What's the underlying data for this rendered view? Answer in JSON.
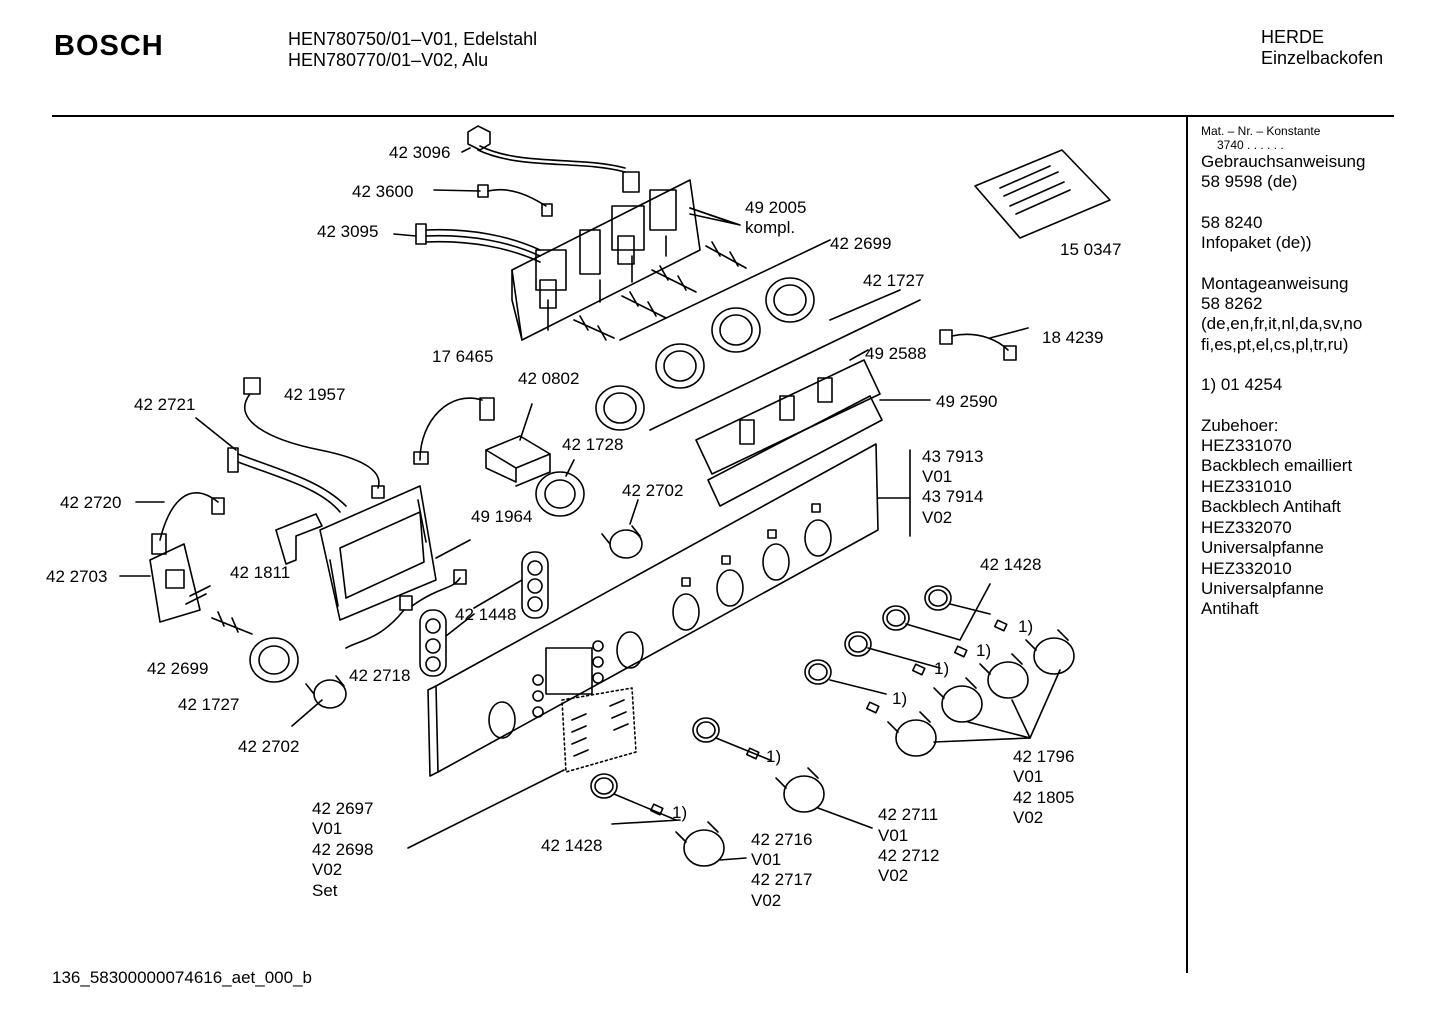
{
  "header": {
    "brand": "BOSCH",
    "models": [
      "HEN780750/01–V01, Edelstahl",
      "HEN780770/01–V02,  Alu"
    ],
    "category": [
      "HERDE",
      "Einzelbackofen"
    ]
  },
  "sidebar": {
    "mat_nr_label": "Mat. – Nr. – Konstante",
    "mat_nr_value": "3740  .  .  .  .  .  .",
    "lines": [
      "Gebrauchsanweisung",
      "58 9598 (de)",
      "",
      "58 8240",
      "Infopaket (de))",
      "",
      "Montageanweisung",
      "58 8262",
      "(de,en,fr,it,nl,da,sv,no",
      "fi,es,pt,el,cs,pl,tr,ru)",
      "",
      "1) 01 4254",
      "",
      "Zubehoer:",
      "HEZ331070",
      "Backblech emailliert",
      "HEZ331010",
      "Backblech Antihaft",
      "HEZ332070",
      "Universalpfanne",
      "HEZ332010",
      "Universalpfanne",
      "Antihaft"
    ]
  },
  "footer": {
    "drawing_code": "136_58300000074616_aet_000_b"
  },
  "part_labels": {
    "p423096": "42 3096",
    "p423600": "42 3600",
    "p423095": "42 3095",
    "p492005": "49 2005",
    "kompl": "kompl.",
    "p422699a": "42 2699",
    "p421727a": "42 1727",
    "p150347": "15 0347",
    "p184239": "18 4239",
    "p492588": "49 2588",
    "p492590": "49 2590",
    "p176465": "17 6465",
    "p420802": "42 0802",
    "p422721": "42 2721",
    "p421957": "42 1957",
    "p421728": "42 1728",
    "p422702a": "42 2702",
    "p422720": "42 2720",
    "p491964": "49 1964",
    "p437913": "43 7913",
    "v01_a": "V01",
    "p437914": "43 7914",
    "v02_a": "V02",
    "p422703": "42 2703",
    "p421811": "42 1811",
    "p421448": "42 1448",
    "p421428a": "42 1428",
    "p422699b": "42 2699",
    "p422718": "42 2718",
    "p421727b": "42 1727",
    "p422702b": "42 2702",
    "p421796": "42 1796",
    "v01_b": "V01",
    "p421805": "42 1805",
    "v02_b": "V02",
    "p422697": "42 2697",
    "v01_c": "V01",
    "p422698": "42 2698",
    "v02_c": "V02",
    "set": "Set",
    "p422711": "42 2711",
    "v01_d": "V01",
    "p422712": "42 2712",
    "v02_d": "V02",
    "p421428b": "42 1428",
    "p422716": "42 2716",
    "v01_e": "V01",
    "p422717": "42 2717",
    "v02_e": "V02",
    "note1a": "1)",
    "note1b": "1)",
    "note1c": "1)",
    "note1d": "1)",
    "note1e": "1)"
  }
}
